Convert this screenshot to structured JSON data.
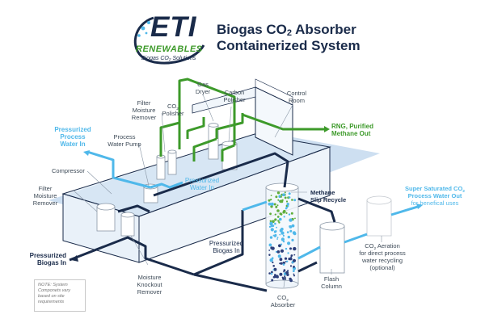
{
  "logo": {
    "name": "ETI",
    "subname": "RENEWABLES",
    "tagline": "Biogas CO₂ Solutions"
  },
  "title": {
    "line1_prefix": "Biogas CO",
    "line1_sub": "2",
    "line1_suffix": " Absorber",
    "line2": "Containerized System"
  },
  "labels": {
    "carbon_polisher": [
      "Carbon",
      "Polisher"
    ],
    "gas_dryer": [
      "Gas",
      "Dryer"
    ],
    "control_room": [
      "Control",
      "Room"
    ],
    "co2_polisher_prefix": "CO",
    "co2_polisher_sub": "2",
    "co2_polisher_suffix": "Polisher",
    "filter_moisture_remover_top": [
      "Filter",
      "Moisture",
      "Remover"
    ],
    "process_water_pump": [
      "Process",
      "Water Pump"
    ],
    "pressurized_process_water_in": [
      "Pressurized",
      "Process",
      "Water In"
    ],
    "rng_out": [
      "RNG, Purified",
      "Methane Out"
    ],
    "compressor": "Compressor",
    "filter_moisture_remover_left": [
      "Filter",
      "Moisture",
      "Remover"
    ],
    "pressurized_water_in": [
      "Pressurized",
      "Water In"
    ],
    "methane_slip_recycle": [
      "Methane",
      "Slip Recycle"
    ],
    "super_saturated_prefix": "Super Saturated CO",
    "super_saturated_sub": "2",
    "super_saturated_line2": "Process Water Out",
    "super_saturated_line3": "for benefical uses",
    "pressurized_biogas_in_left": [
      "Pressurized",
      "Biogas In"
    ],
    "pressurized_biogas_in_mid": [
      "Pressurized",
      "Biogas In"
    ],
    "moisture_knockout_remover": [
      "Moisture",
      "Knockout",
      "Remover"
    ],
    "flash_column": [
      "Flash",
      "Column"
    ],
    "co2_absorber_prefix": "CO",
    "co2_absorber_sub": "2",
    "co2_absorber_line2": "Absorber",
    "co2_aeration_prefix": "CO",
    "co2_aeration_sub": "2",
    "co2_aeration_suffix": " Aeration",
    "co2_aeration_lines": [
      "for direct process",
      "water recycling",
      "(optional)"
    ],
    "note": "NOTE: System Componets vary based on site requirements"
  },
  "colors": {
    "navy": "#1a2b4a",
    "blue": "#4fb8ea",
    "green": "#3d9a2a",
    "container_fill": "#dce9f6",
    "container_stroke": "#1a2b4a"
  }
}
